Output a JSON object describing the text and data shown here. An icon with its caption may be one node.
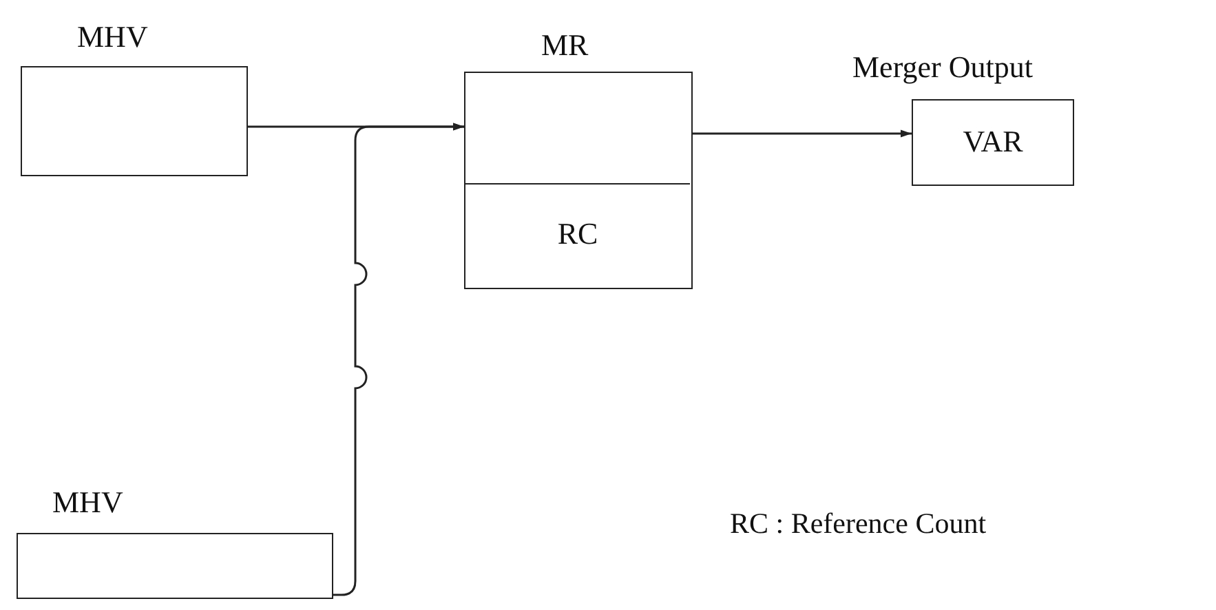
{
  "diagram": {
    "nodes": [
      {
        "text": [
          "MHV"
        ]
      },
      {
        "text": [
          "MR"
        ]
      },
      {
        "text": [
          "RC"
        ],
        "in": 1
      },
      {
        "text": [
          "Merger Output",
          "VAR"
        ]
      },
      {
        "text": [
          "MHV"
        ]
      }
    ],
    "edges": [
      {
        "from": 0,
        "to": 1,
        "arrow": "to"
      },
      {
        "from": 4,
        "to": 1,
        "arrow": "to"
      },
      {
        "from": 1,
        "to": 3,
        "arrow": "to"
      }
    ],
    "labels": [
      "RC : Reference Count"
    ]
  }
}
